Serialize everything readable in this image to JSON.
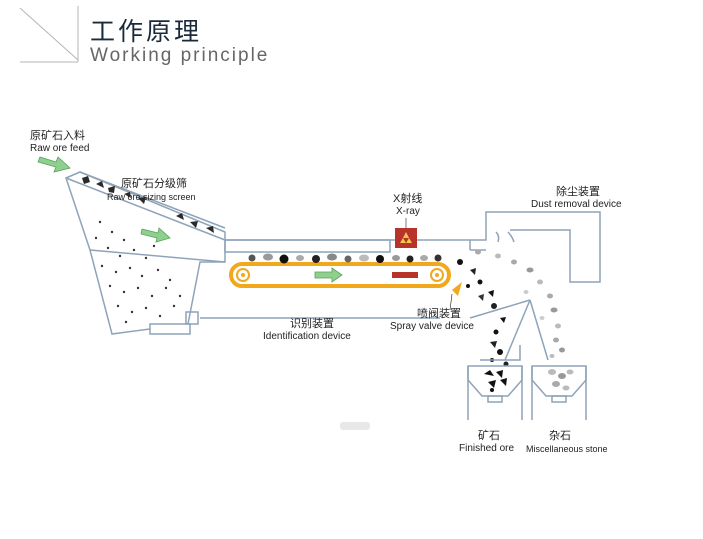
{
  "header": {
    "title_zh": "工作原理",
    "title_en": "Working principle"
  },
  "labels": {
    "raw_ore_feed": {
      "zh": "原矿石入料",
      "en": "Raw ore feed"
    },
    "sizing_screen": {
      "zh": "原矿石分级筛",
      "en": "Raw ore sizing screen"
    },
    "xray": {
      "zh": "X射线",
      "en": "X-ray"
    },
    "dust_removal": {
      "zh": "除尘装置",
      "en": "Dust removal device"
    },
    "spray_valve": {
      "zh": "喷阀装置",
      "en": "Spray valve device"
    },
    "identification": {
      "zh": "识别装置",
      "en": "Identification device"
    },
    "finished_ore": {
      "zh": "矿石",
      "en": "Finished ore"
    },
    "misc_stone": {
      "zh": "杂石",
      "en": "Miscellaneous stone"
    }
  },
  "colors": {
    "frame": "#8fa3b8",
    "belt": "#f2a81d",
    "arrow": "#8ed08e",
    "xray_box": "#b8342b",
    "spray": "#f2a81d"
  }
}
